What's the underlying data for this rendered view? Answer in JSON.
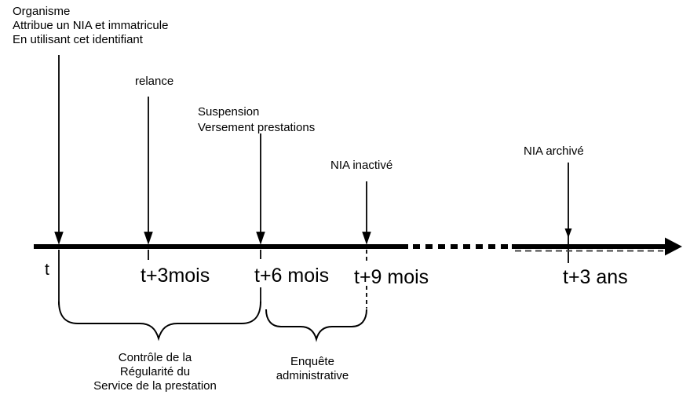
{
  "colors": {
    "background": "#ffffff",
    "ink": "#000000",
    "thin_dash": "#444444"
  },
  "annotations": {
    "organisme": {
      "line1": "Organisme",
      "line2": "Attribue un NIA et immatricule",
      "line3": "En utilisant cet identifiant"
    },
    "relance": {
      "line1": "relance"
    },
    "suspension": {
      "line1": "Suspension",
      "line2": "Versement prestations"
    },
    "nia_inactive": {
      "line1": "NIA inactivé"
    },
    "nia_archive": {
      "line1": "NIA archivé"
    }
  },
  "timeline": {
    "labels": {
      "t0": "t",
      "t3": "t+3mois",
      "t6": "t+6 mois",
      "t9": "t+9 mois",
      "t3ans": "t+3 ans"
    }
  },
  "phases": {
    "controle": {
      "line1": "Contrôle de la",
      "line2": "Régularité du",
      "line3": "Service de la prestation"
    },
    "enquete": {
      "line1": "Enquête",
      "line2": "administrative"
    }
  }
}
